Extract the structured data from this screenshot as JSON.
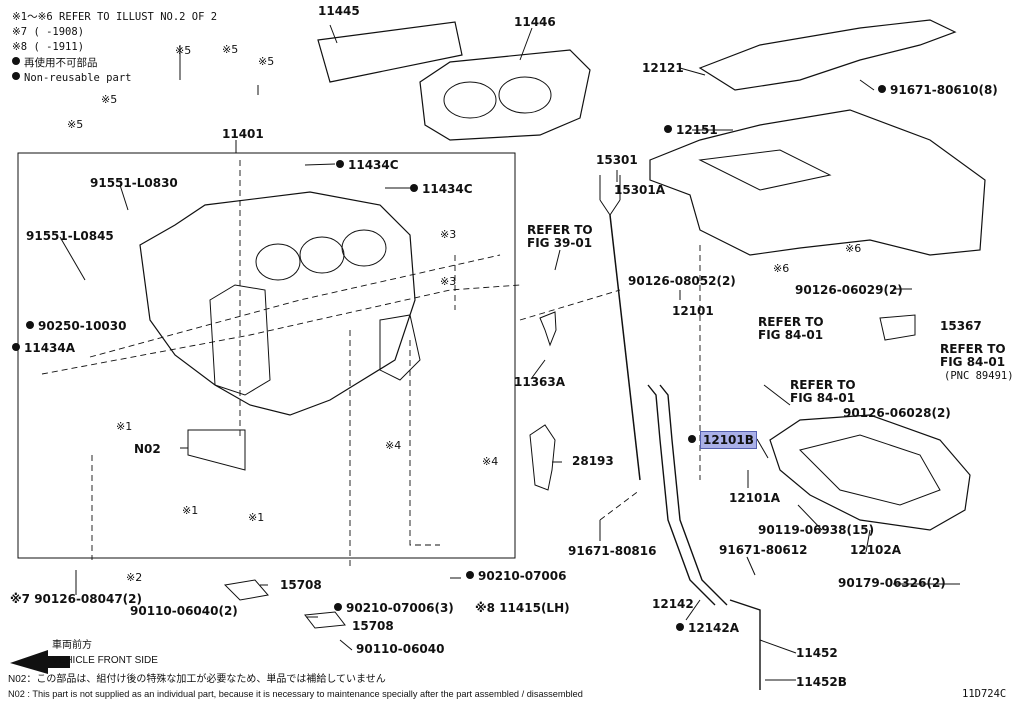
{
  "header": {
    "line1": "※1～※6 REFER TO ILLUST NO.2 OF 2",
    "line2": "※7 (     -1908)",
    "line3": "※8 (     -1911)",
    "line4": "再使用不可部品",
    "line5": "Non-reusable part"
  },
  "marks": {
    "m1": "※1",
    "m2": "※2",
    "m3": "※3",
    "m4": "※4",
    "m5": "※5",
    "m6": "※6"
  },
  "parts": {
    "p11445": "11445",
    "p11446": "11446",
    "p12121": "12121",
    "p91671_80610": "91671-80610(8)",
    "p12151": "12151",
    "p15301": "15301",
    "p15301A": "15301A",
    "p11401": "11401",
    "p11434C_a": "11434C",
    "p11434C_b": "11434C",
    "p91551_L0830": "91551-L0830",
    "p91551_L0845": "91551-L0845",
    "p90250_10030": "90250-10030",
    "p11434A": "11434A",
    "refer39_l1": "REFER TO",
    "refer39_l2": "FIG 39-01",
    "p90126_08052": "90126-08052(2)",
    "p12101": "12101",
    "p90126_06029": "90126-06029(2)",
    "refer84a_l1": "REFER TO",
    "refer84a_l2": "FIG 84-01",
    "p15367": "15367",
    "refer84b_l1": "REFER TO",
    "refer84b_l2": "FIG 84-01",
    "refer84b_l3": "(PNC 89491)",
    "refer84c_l1": "REFER TO",
    "refer84c_l2": "FIG 84-01",
    "p90126_06028": "90126-06028(2)",
    "p11363A": "11363A",
    "p12101B": "12101B",
    "p12101A": "12101A",
    "pN02": "N02",
    "p28193": "28193",
    "p90119_06938": "90119-06938(15)",
    "p12102A": "12102A",
    "p91671_80816": "91671-80816",
    "p91671_80612": "91671-80612",
    "p90179_06326": "90179-06326(2)",
    "p90126_08047": "※7 90126-08047(2)",
    "p15708_a": "15708",
    "p90110_06040_a": "90110-06040(2)",
    "p90210_07006_a": "90210-07006",
    "p90210_07006_b": "90210-07006(3)",
    "p11415": "※8 11415(LH)",
    "p12142": "12142",
    "p12142A": "12142A",
    "p15708_b": "15708",
    "p90110_06040_b": "90110-06040",
    "p11452": "11452",
    "p11452B": "11452B"
  },
  "footer": {
    "front_jp": "車両前方",
    "front_en": "VEHICLE FRONT SIDE",
    "n02_jp": "N02：この部品は、組付け後の特殊な加工が必要なため、単品では補給していません",
    "n02_en": "N02 : This part is not supplied as an individual part, because it is necessary to maintenance specially after the part assembled / disassembled",
    "illust_id": "11D724C"
  },
  "colors": {
    "ink": "#111111",
    "highlight": "#aab0e8"
  }
}
